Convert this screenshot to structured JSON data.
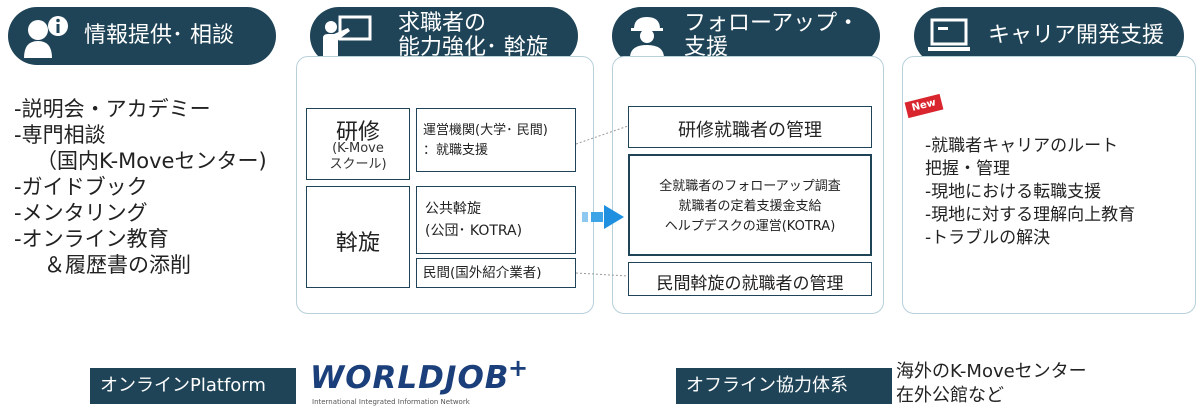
{
  "colors": {
    "header": "#1f4457",
    "border": "#b8d0da",
    "arrow": "#1f8fe0",
    "new_badge": "#d9262e"
  },
  "headers": {
    "info": "情報提供･ 相談",
    "skill": "求職者の\n能力強化･ 斡旋",
    "follow": "フォローアップ・\n支援",
    "career": "キャリア開発支援"
  },
  "icons": {
    "info": "person-info-icon",
    "skill": "teacher-board-icon",
    "follow": "worker-icon",
    "career": "laptop-icon"
  },
  "col1": {
    "items": [
      "-説明会・アカデミー",
      "-専門相談",
      "（国内K-Moveセンター)",
      "-ガイドブック",
      "-メンタリング",
      "-オンライン教育",
      "＆履歴書の添削"
    ]
  },
  "col2": {
    "training_title": "研修",
    "training_sub": "(K-Move\nスクール)",
    "training_detail": "運営機関(大学･ 民間)\n：就職支援",
    "placement_title": "斡旋",
    "public_detail": "公共斡旋\n(公団･ KOTRA)",
    "private_detail": "民間(国外紹介業者)"
  },
  "col3": {
    "box1": "研修就職者の管理",
    "box2": "全就職者のフォローアップ調査\n就職者の定着支援金支給\nヘルプデスクの運営(KOTRA)",
    "box3": "民間斡旋の就職者の管理"
  },
  "col4": {
    "badge": "New",
    "items": [
      "-就職者キャリアのルート",
      "把握・管理",
      "-現地における転職支援",
      "-現地に対する理解向上教育",
      "-トラブルの解決"
    ]
  },
  "bottom": {
    "online_tag": "オンラインPlatform",
    "logo_text": "WORLDJOB",
    "logo_plus": "+",
    "logo_sub": "International Integrated Information Network",
    "offline_tag": "オフライン協力体系",
    "offline_line1": "海外のK-Moveセンター",
    "offline_line2": "在外公館など"
  }
}
